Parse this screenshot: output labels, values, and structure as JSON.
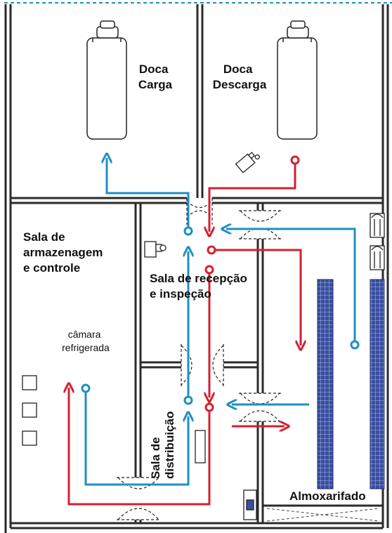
{
  "labels": {
    "doca_carga": [
      "Doca",
      "Carga"
    ],
    "doca_descarga": [
      "Doca",
      "Descarga"
    ],
    "armazenagem": [
      "Sala de",
      "armazenagem",
      "e controle"
    ],
    "camara": [
      "câmara",
      "refrigerada"
    ],
    "recepcao": [
      "Sala de recepção",
      "e inspeção"
    ],
    "distribuicao": [
      "Sala de",
      "distribuição"
    ],
    "almoxarifado": "Almoxarifado"
  },
  "colors": {
    "wall": "#2b2b2b",
    "blue_flow": "#1f8fbf",
    "red_flow": "#d42030",
    "rack_fill": "#3a4ea0",
    "dashed_top": "#1f8fbf"
  },
  "icons": [
    "truck-icon",
    "pallet-jack-icon",
    "forklift-icon",
    "door-icon",
    "rack-icon",
    "box-icon",
    "cabinet-icon"
  ]
}
